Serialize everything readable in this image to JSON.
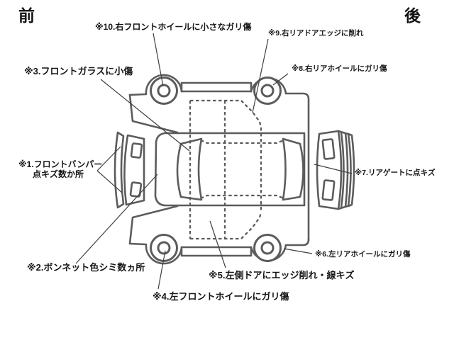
{
  "page": {
    "background": "#ffffff"
  },
  "orientation_markers": {
    "front": "前",
    "rear": "後"
  },
  "colors": {
    "diagram_line": "#5c5c5c",
    "leader_line": "#404040",
    "text": "#1a1a1a",
    "background": "#ffffff"
  },
  "diagram": {
    "type": "vehicle-damage-map",
    "view": "top-view-unfolded",
    "annotations": [
      {
        "no": 1,
        "area": "front-bumper",
        "lines": [
          "※1.フロントバンパー",
          "点キズ数か所"
        ]
      },
      {
        "no": 2,
        "area": "hood",
        "lines": [
          "※2.ボンネット色シミ数ヵ所"
        ]
      },
      {
        "no": 3,
        "area": "windshield",
        "lines": [
          "※3.フロントガラスに小傷"
        ]
      },
      {
        "no": 4,
        "area": "left-front-wheel",
        "lines": [
          "※4.左フロントホイールにガリ傷"
        ]
      },
      {
        "no": 5,
        "area": "left-side-door",
        "lines": [
          "※5.左側ドアにエッジ削れ・線キズ"
        ]
      },
      {
        "no": 6,
        "area": "left-rear-wheel",
        "lines": [
          "※6.左リアホイールにガリ傷"
        ]
      },
      {
        "no": 7,
        "area": "rear-gate",
        "lines": [
          "※7.リアゲートに点キズ"
        ]
      },
      {
        "no": 8,
        "area": "right-rear-wheel",
        "lines": [
          "※8.右リアホイールにガリ傷"
        ]
      },
      {
        "no": 9,
        "area": "right-rear-door-edge",
        "lines": [
          "※9.右リアドアエッジに削れ"
        ]
      },
      {
        "no": 10,
        "area": "right-front-wheel",
        "lines": [
          "※10.右フロントホイールに小さなガリ傷"
        ]
      }
    ]
  }
}
